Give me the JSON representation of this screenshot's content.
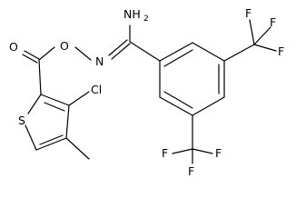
{
  "atoms": {
    "nh2_n": "NH",
    "nh2_sub": "2",
    "oxygen_carbonyl": "O",
    "oxygen_ester": "O",
    "nitrogen_oxime": "N",
    "sulfur": "S",
    "chlorine": "Cl",
    "f_top_left": "F",
    "f_top_right": "F",
    "f_top_far_right": "F",
    "f_bot_left": "F",
    "f_bot_right": "F",
    "f_bot_center": "F"
  }
}
